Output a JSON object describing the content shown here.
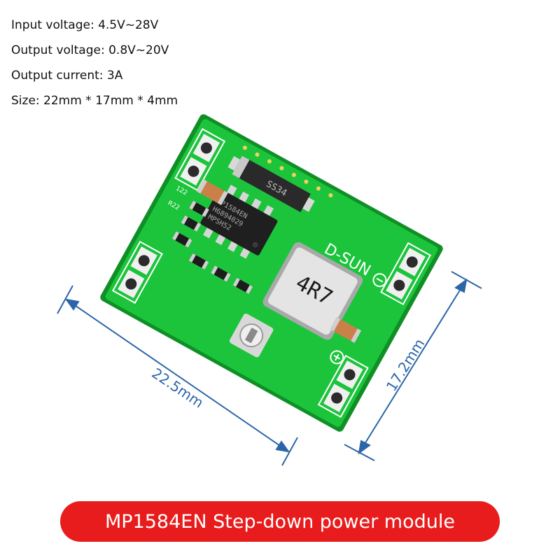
{
  "specs": [
    "Input voltage: 4.5V~28V",
    "Output voltage: 0.8V~20V",
    "Output current: 3A",
    "Size: 22mm * 17mm * 4mm"
  ],
  "board": {
    "brand": "D-SUN",
    "inductor_marking": "4R7",
    "diode_marking": "SS34",
    "chip_marking": "MP1584EN",
    "chip_marking_2": "H6894029",
    "chip_marking_3": "MPSH52",
    "resistor_label_1": "122",
    "resistor_label_2": "R22"
  },
  "dimensions": {
    "length": "22.5mm",
    "width": "17.2mm"
  },
  "banner": {
    "text": "MP1584EN Step-down power module"
  },
  "colors": {
    "pcb": "#1bc43a",
    "pcb_edge": "#0f8f26",
    "banner": "#e81c1c",
    "dimension_line": "#2c66a8",
    "inductor": "#e4e4e4"
  }
}
